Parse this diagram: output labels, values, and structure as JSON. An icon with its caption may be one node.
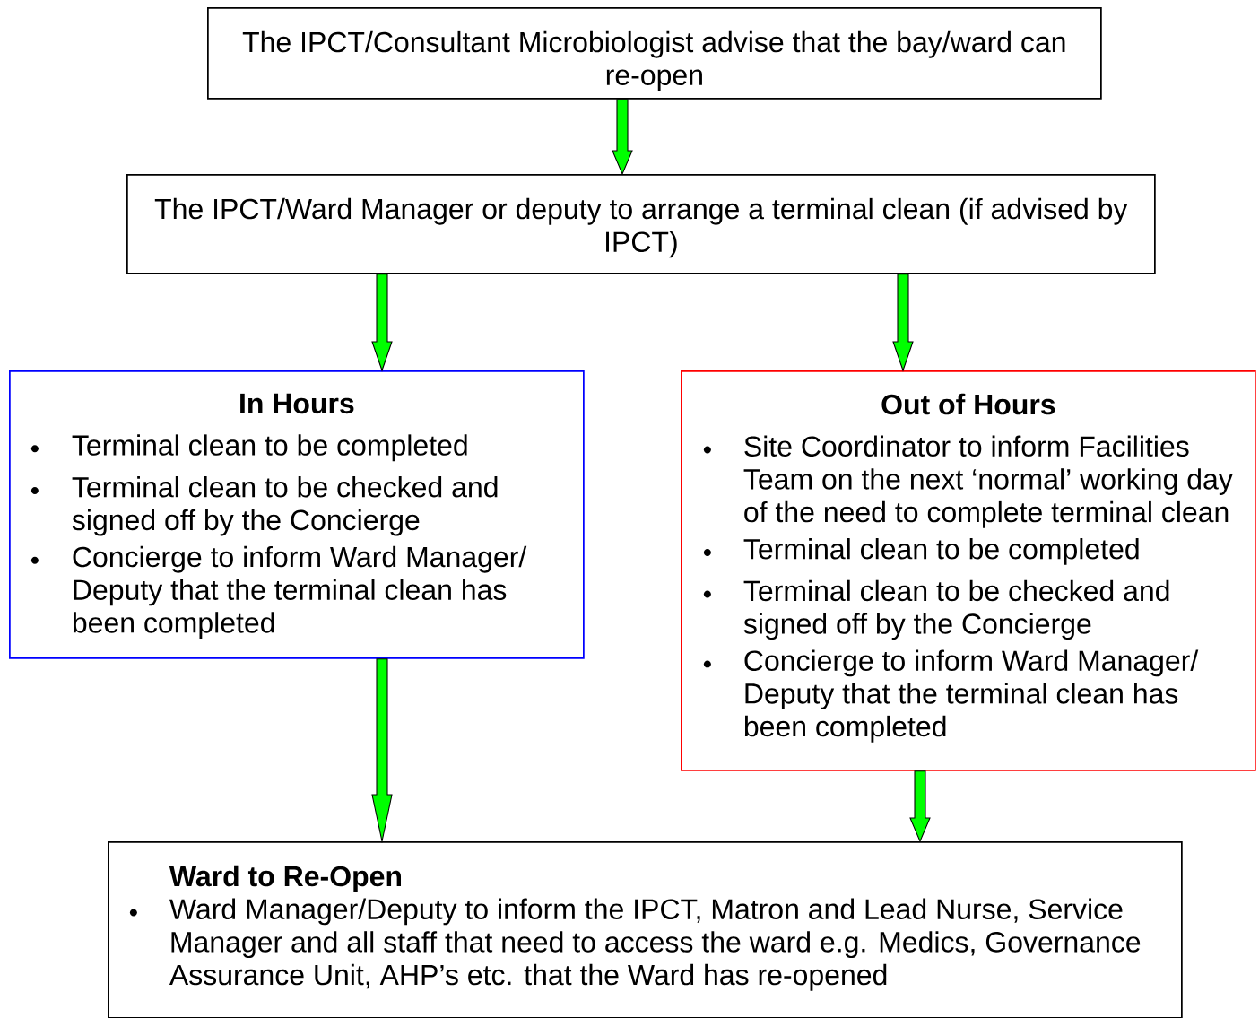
{
  "diagram": {
    "nodes": [
      {
        "text": [
          "The IPCT/Consultant Microbiologist advise that the bay/ward can re-open"
        ]
      },
      {
        "text": [
          "The IPCT/Ward Manager or deputy to arrange a terminal clean (if advised by IPCT)"
        ]
      },
      {
        "text": [
          "In Hours",
          "Terminal clean to be completed",
          "Terminal clean to be checked and signed off by the Concierge",
          "Concierge to inform Ward Manager/ Deputy that the terminal clean has been completed"
        ]
      },
      {
        "text": [
          "Out of Hours",
          "Site Coordinator to inform Facilities Team on the next ‘normal’ working day of the need to complete terminal clean",
          "Terminal clean to be completed",
          "Terminal clean to be checked and signed off by the Concierge",
          "Concierge to inform Ward Manager/ Deputy that the terminal clean has been completed"
        ]
      },
      {
        "text": [
          "Ward to Re-Open",
          "Ward Manager/Deputy to inform the IPCT, Matron and Lead Nurse, Service Manager and all staff that need to access the ward e.g. Medics, Governance Assurance Unit, AHP’s etc. that the Ward has re-opened"
        ]
      }
    ],
    "edges": [
      {
        "from": 0,
        "to": 1,
        "arrow": "to"
      },
      {
        "from": 1,
        "to": 2,
        "arrow": "to"
      },
      {
        "from": 1,
        "to": 3,
        "arrow": "to"
      },
      {
        "from": 2,
        "to": 4,
        "arrow": "to"
      },
      {
        "from": 3,
        "to": 4,
        "arrow": "to"
      }
    ]
  }
}
